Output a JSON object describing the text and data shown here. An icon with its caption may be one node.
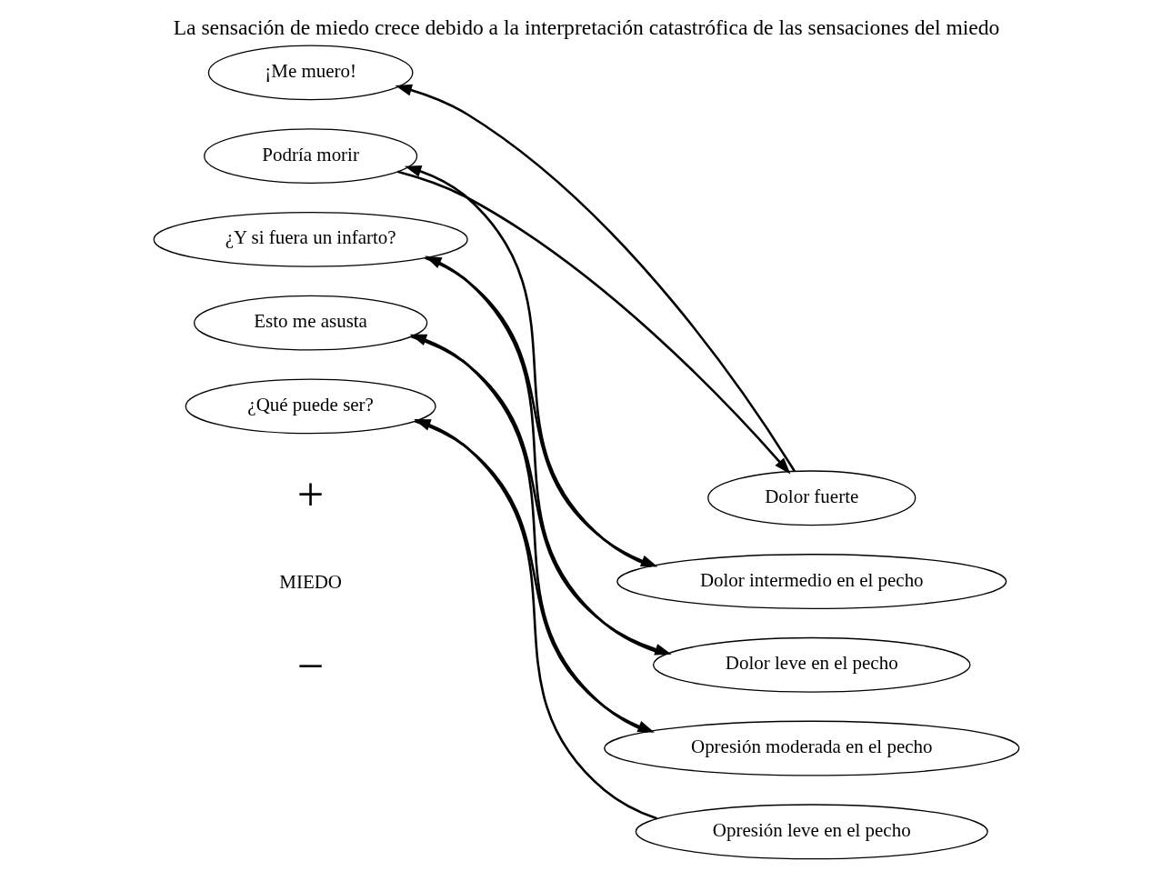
{
  "diagram": {
    "title": "La sensación de miedo crece debido a la interpretación catastrófica de las sensaciones del miedo",
    "nodes": [
      {
        "text": [
          "Dolor fuerte"
        ]
      },
      {
        "text": [
          "¡Me muero!"
        ]
      },
      {
        "text": [
          "Dolor intermedio en el pecho"
        ]
      },
      {
        "text": [
          "Podría morir"
        ]
      },
      {
        "text": [
          "¿Y si fuera un infarto?"
        ]
      },
      {
        "text": [
          "Dolor leve en el pecho"
        ]
      },
      {
        "text": [
          "Esto me asusta"
        ]
      },
      {
        "text": [
          "Opresión moderada en el pecho"
        ]
      },
      {
        "text": [
          "¿Qué puede ser?"
        ]
      },
      {
        "text": [
          "Opresión leve en el pecho"
        ]
      }
    ],
    "edges": [
      {
        "from": 9,
        "to": 8,
        "arrow": "to"
      },
      {
        "from": 8,
        "to": 7,
        "arrow": "to"
      },
      {
        "from": 7,
        "to": 6,
        "arrow": "to"
      },
      {
        "from": 6,
        "to": 5,
        "arrow": "to"
      },
      {
        "from": 5,
        "to": 4,
        "arrow": "to"
      },
      {
        "from": 4,
        "to": 2,
        "arrow": "to"
      },
      {
        "from": 2,
        "to": 3,
        "arrow": "to"
      },
      {
        "from": 3,
        "to": 0,
        "arrow": "to"
      },
      {
        "from": 0,
        "to": 1,
        "arrow": "to"
      }
    ],
    "labels": [
      "+",
      "MIEDO",
      "−"
    ]
  }
}
